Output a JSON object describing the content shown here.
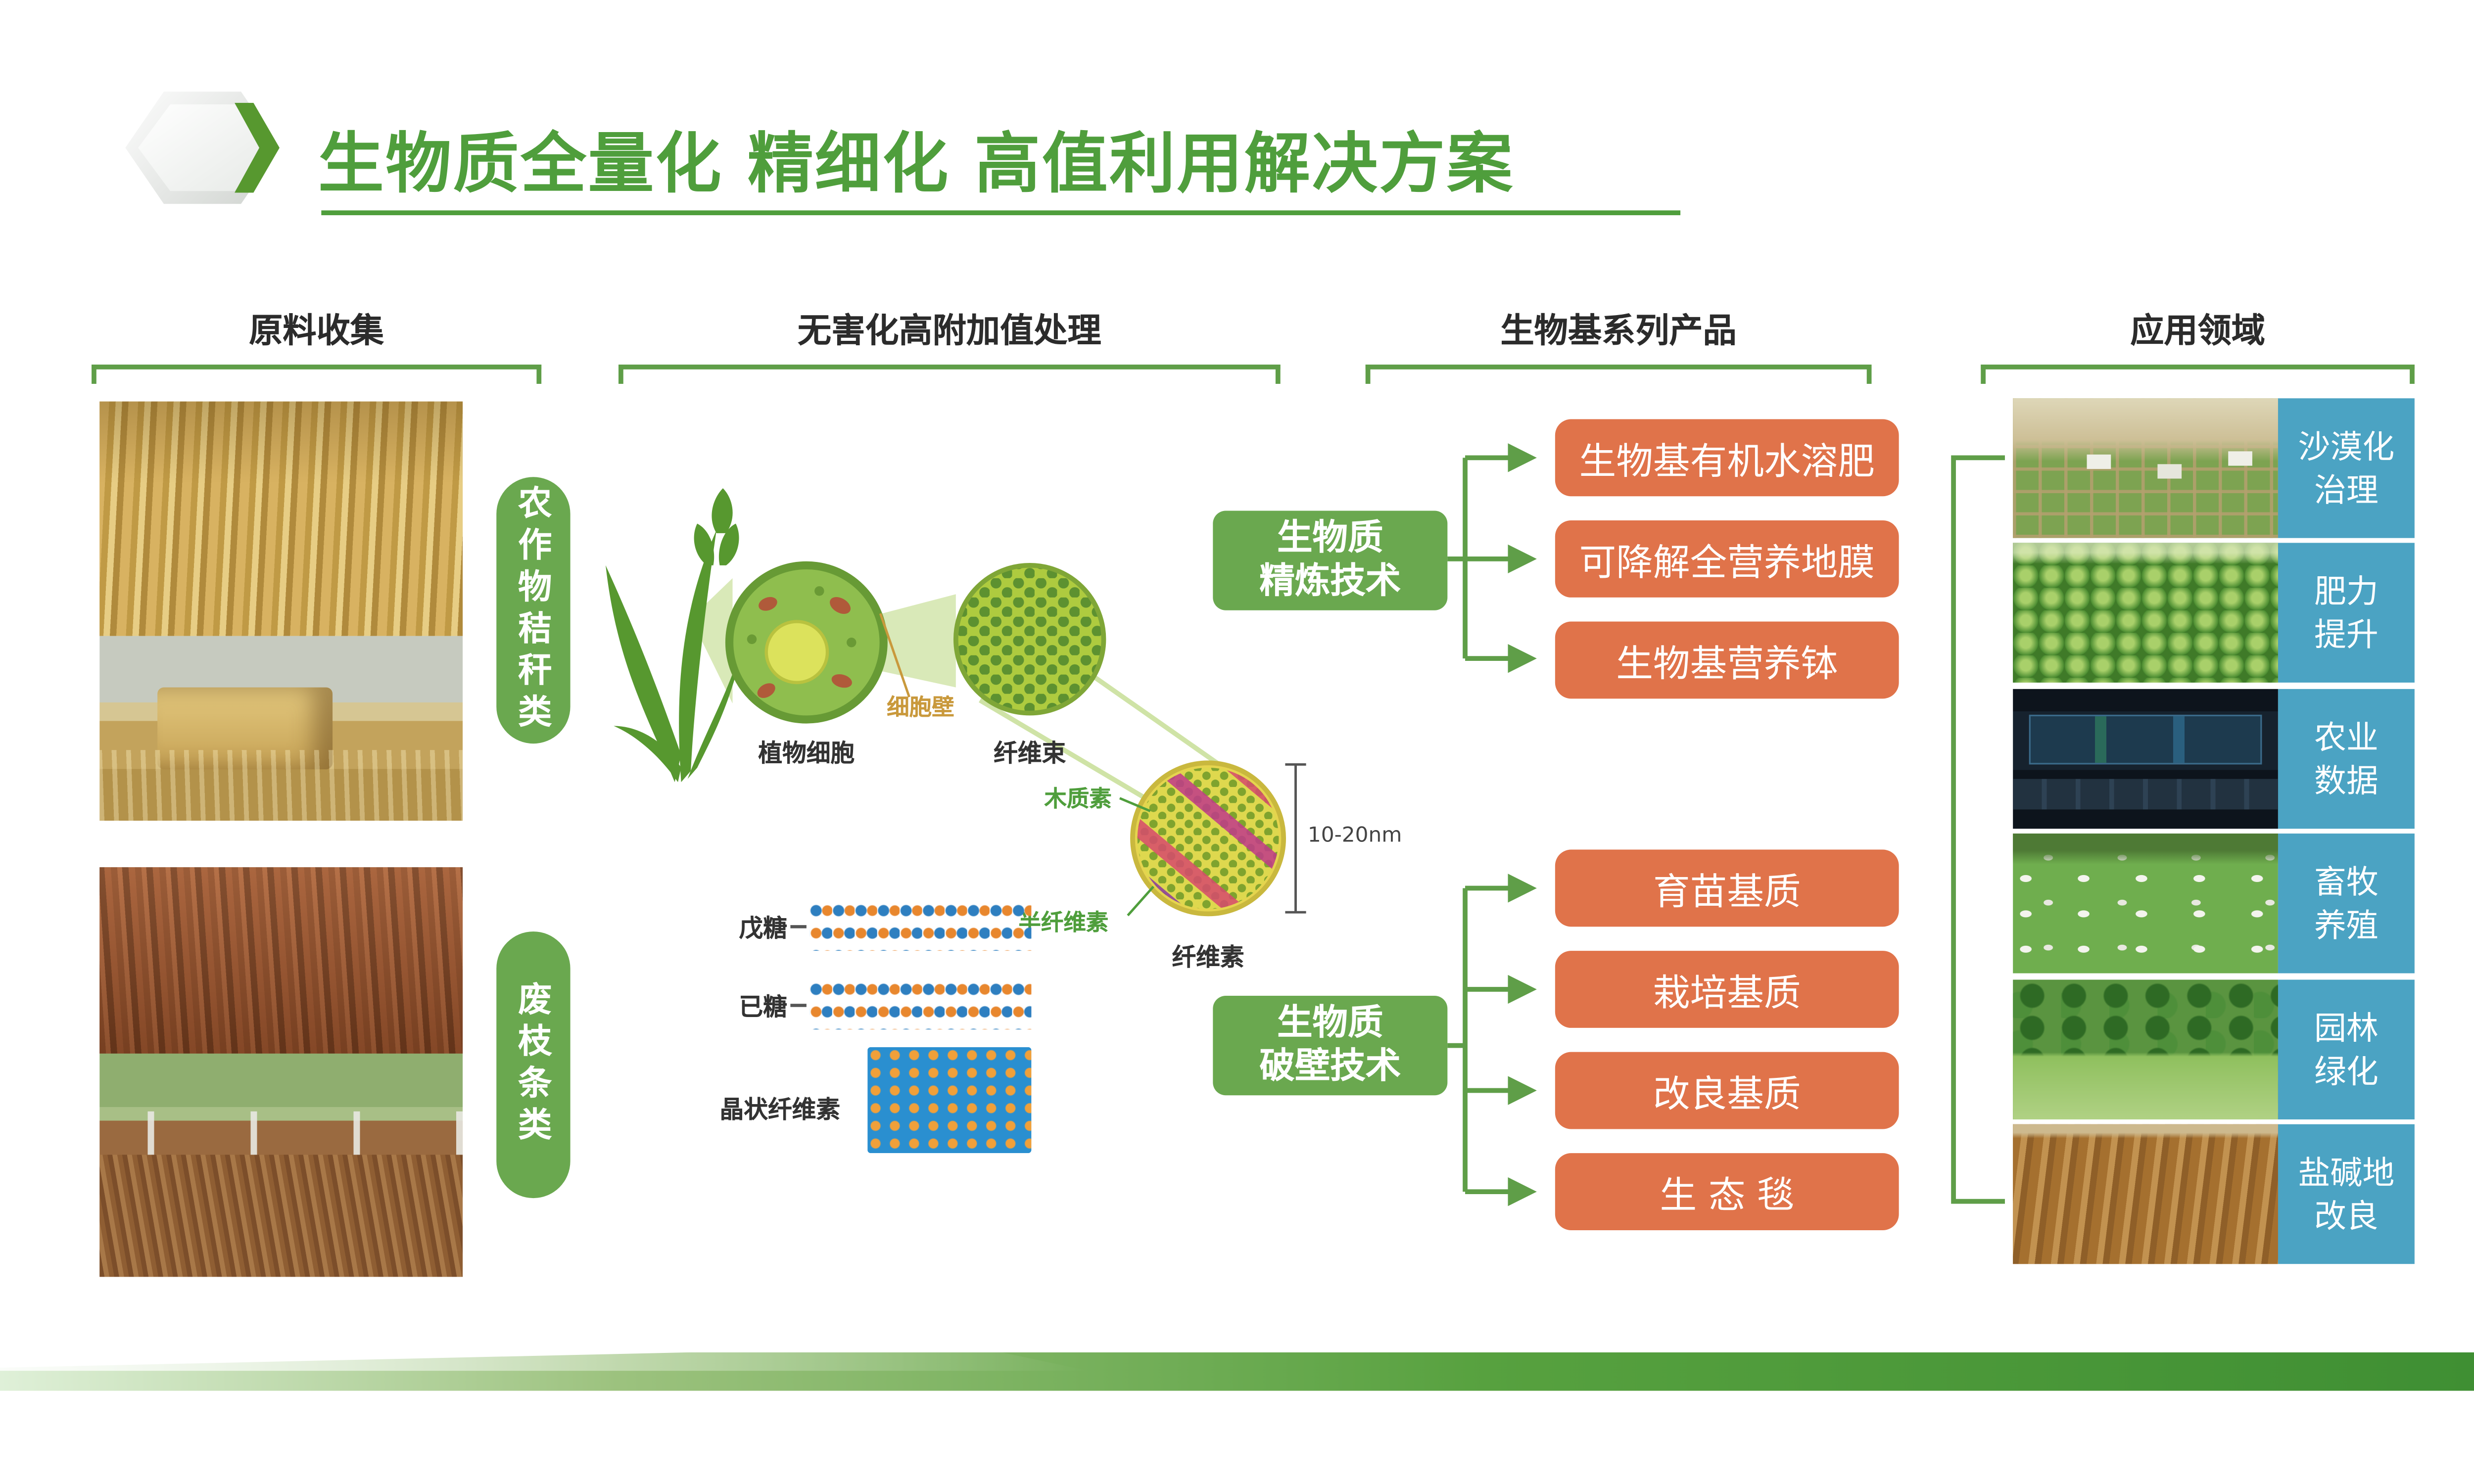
{
  "title": "生物质全量化 精细化 高值利用解决方案",
  "colors": {
    "title_green": "#4f9e3c",
    "connector_green": "#5f9e48",
    "tech_box_green": "#6aa84f",
    "product_orange": "#e0734a",
    "app_label_blue": "#4ba3c3"
  },
  "section_headers": {
    "materials": "原料收集",
    "processing": "无害化高附加值处理",
    "products": "生物基系列产品",
    "applications": "应用领域"
  },
  "materials": {
    "group1_label": "农作物秸秆类",
    "group2_label": "废枝条类"
  },
  "diagram": {
    "plant_cell": "植物细胞",
    "cell_wall": "细胞壁",
    "fiber_bundle": "纤维束",
    "lignin": "木质素",
    "hemicellulose": "半纤维素",
    "cellulose": "纤维素",
    "scale_label": "10-20nm",
    "pentose": "戊糖",
    "hexose": "已糖",
    "crystalline_cellulose": "晶状纤维素"
  },
  "technologies": [
    {
      "line1": "生物质",
      "line2": "精炼技术"
    },
    {
      "line1": "生物质",
      "line2": "破壁技术"
    }
  ],
  "products": {
    "refining": [
      "生物基有机水溶肥",
      "可降解全营养地膜",
      "生物基营养钵"
    ],
    "wall_breaking": [
      "育苗基质",
      "栽培基质",
      "改良基质",
      "生 态 毯"
    ]
  },
  "applications": [
    {
      "line1": "沙漠化",
      "line2": "治理"
    },
    {
      "line1": "肥力",
      "line2": "提升"
    },
    {
      "line1": "农业",
      "line2": "数据"
    },
    {
      "line1": "畜牧",
      "line2": "养殖"
    },
    {
      "line1": "园林",
      "line2": "绿化"
    },
    {
      "line1": "盐碱地",
      "line2": "改良"
    }
  ]
}
